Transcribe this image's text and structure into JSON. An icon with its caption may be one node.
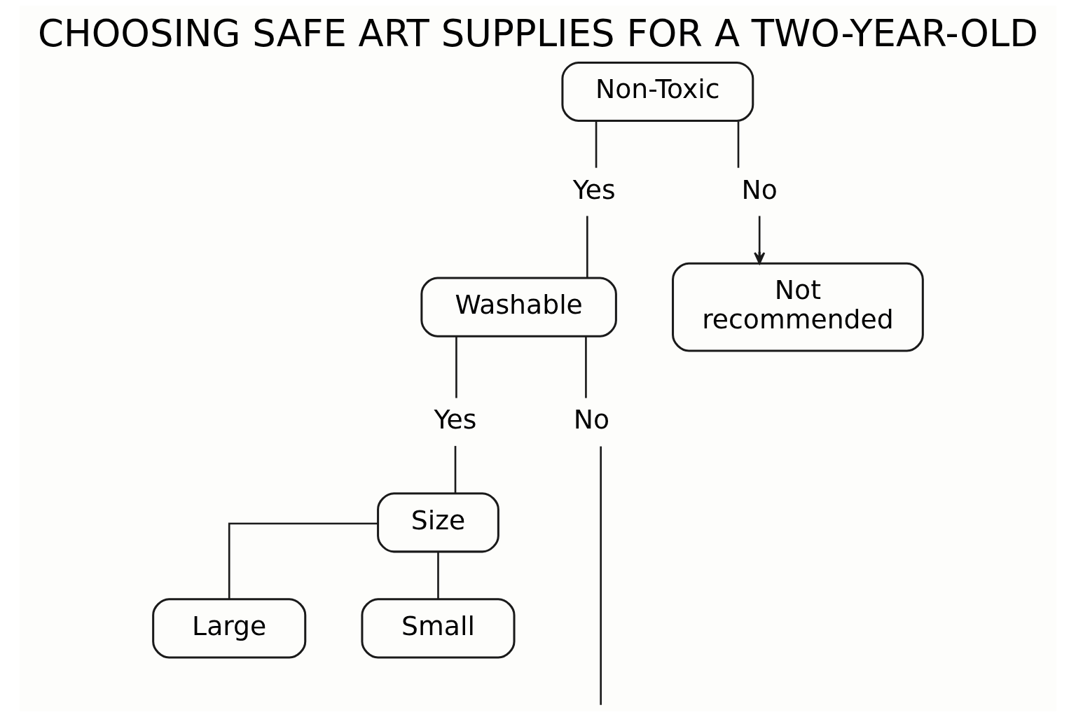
{
  "diagram": {
    "title": "CHOOSING SAFE ART SUPPLIES FOR A TWO-YEAR-OLD",
    "nodes": [
      {
        "text": [
          "Non-Toxic"
        ]
      },
      {
        "text": [
          "Yes"
        ]
      },
      {
        "text": [
          "No"
        ]
      },
      {
        "text": [
          "Washable"
        ]
      },
      {
        "text": [
          "Yes"
        ]
      },
      {
        "text": [
          "No"
        ]
      },
      {
        "text": [
          "Size"
        ]
      },
      {
        "text": [
          "Large"
        ]
      },
      {
        "text": [
          "Small"
        ]
      },
      {
        "text": [
          "Not recommended"
        ]
      }
    ],
    "edges": [
      {
        "from": 0,
        "to": 1,
        "arrow": "none"
      },
      {
        "from": 0,
        "to": 2,
        "arrow": "none"
      },
      {
        "from": 1,
        "to": 3,
        "arrow": "none"
      },
      {
        "from": 2,
        "to": 9,
        "arrow": "to"
      },
      {
        "from": 3,
        "to": 4,
        "arrow": "none"
      },
      {
        "from": 3,
        "to": 5,
        "arrow": "none"
      },
      {
        "from": 4,
        "to": 6,
        "arrow": "none"
      },
      {
        "from": 5,
        "to": null,
        "arrow": "none"
      },
      {
        "from": 6,
        "to": 7,
        "arrow": "none"
      },
      {
        "from": 6,
        "to": 8,
        "arrow": "none"
      }
    ]
  }
}
